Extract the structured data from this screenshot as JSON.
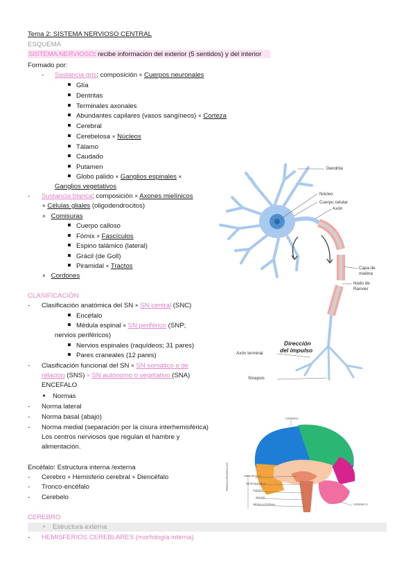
{
  "header": {
    "title": "Tema 2: SISTEMA NERVIOSO CENTRAL",
    "esquema": "ESQUEMA",
    "sn_term": "SISTEMA NERVIOSO",
    "sn_desc": ": recibe información del exterior (5 sentidos) y del interior",
    "formado": "Formado por:"
  },
  "gris": {
    "term": "Sustancia gris",
    "pre": "; composición ",
    "x": "×",
    "link": "Cuerpos neuronales",
    "items": [
      "Glía",
      "Dentritas",
      "Terminales axonales"
    ],
    "capilares": "Abundantes capilares (vasos sangíneos) ",
    "corteza": "Corteza",
    "cerebral": "Cerebral",
    "cerebelosa": "Cerebelosa ",
    "nucleos": "Núcleos",
    "items2": [
      "Tálamo",
      "Caudado",
      "Putamen"
    ],
    "globo": "Globo pálido ",
    "ganglios_esp": "Ganglios espinales",
    "ganglios_veg": "Ganglios vegetativos"
  },
  "blanca": {
    "term": "Sustancia blanca",
    "pre": "; composición ",
    "axones": "Axones mielínicos",
    "celulas": "Células gliales",
    "oligo": " (oligodendrocitos)",
    "comisuras": "Comisuras",
    "calloso": "Cuerpo calloso",
    "fornix": "Fórnix ",
    "fasciculos": "Fascículos",
    "espino": "Espino talámico (lateral)",
    "gracil": "Grácil (de Goll)",
    "piramidal": "Piramidal ",
    "tractos": "Tractos",
    "cordones": "Cordones"
  },
  "clasificacion": {
    "heading": "CLASIFICACIÓN",
    "anat": "Clasificación anatómica del SN ",
    "snc_term": "SN central",
    "snc_abbr": " (SNC)",
    "encefalo": "Encéfalo",
    "medula": "Médula espinal ",
    "snp_term": "SN periférico",
    "snp_abbr": " (SNP;",
    "snp_cont": "nervios periféricos)",
    "nervios": "Nervios espinales (raquídeos; 31 pares)",
    "pares": "Pares craneales (12 pares)",
    "func": "Clasificación funcional del SN ",
    "sns_term_a": "SN somático o de",
    "sns_term_b": "relación",
    "sns_abbr": " (SNS) ",
    "sna_term": "SN autónomo o vegetativo ",
    "sna_abbr": "(SNA)",
    "encefalo_caps": "ENCEFALO",
    "normas": "Normas",
    "lateral": "Norma lateral",
    "basal": "Norma basal (abajo)",
    "medial": "Norma medial (separación por la cisura interhemisférica)",
    "centros_a": "Los centros nerviosos que regulan el hambre y",
    "centros_b": "alimentación."
  },
  "encefalo_section": {
    "title": "Encéfalo: Estructura interna /externa",
    "cerebro": "Cerebro ",
    "hemisferio": " Hemisferio cerebral ",
    "diencefalo": " Diencéfalo",
    "tronco": "Tronco-encéfalo",
    "cerebelo": "Cerebelo"
  },
  "cerebro_section": {
    "heading": "CEREBRO",
    "externa": "Estructura externa",
    "hemisferios": "HEMISFERIOS CEREBLARES (morfología interna)"
  },
  "neuron_labels": {
    "dendrita": "Dendrita",
    "nucleo": "Núcleo",
    "cuerpo": "Cuerpo celular",
    "axon": "Axón",
    "capa_a": "Capa de",
    "capa_b": "mielina",
    "nodo_a": "Nodo de",
    "nodo_b": "Ranvier",
    "direccion_a": "Dirección",
    "direccion_b": "del impulso",
    "axon_terminal": "Axón terminal",
    "sinapsis": "Sinapsis"
  },
  "brain_labels": {
    "cerebro": "CEREBRO",
    "diencefalo": "DIENCEFALO",
    "mesencefalo": "MESENCEFALO",
    "puente": "PUENTE",
    "bulbo": "BULBO",
    "medula": "MÉDULA ESPINAL",
    "cerebelo": "CEREBELO",
    "tronco": "TRONCO ENCEFALICO"
  },
  "colors": {
    "accent_pink": "#e77fc9",
    "neuron_blue": "#a9c9ee",
    "myelin": "#f4a8a0"
  }
}
